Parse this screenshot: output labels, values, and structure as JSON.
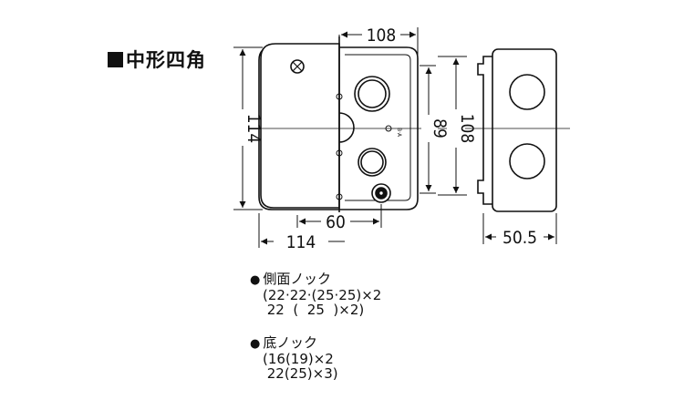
{
  "title": "中形四角",
  "dimensions": {
    "front_width": "114",
    "front_height": "114",
    "inner_width": "108",
    "inner_height": "89",
    "side_height": "108",
    "knock_spacing": "60",
    "depth": "50.5"
  },
  "notes": {
    "side_knock": {
      "heading": "側面ノック",
      "lines": [
        "(22·22·(25·25)×2",
        " 22  (  25  )×2)"
      ]
    },
    "bottom_knock": {
      "heading": "底ノック",
      "lines": [
        "(16(19)×2",
        " 22(25)×3)"
      ]
    }
  }
}
